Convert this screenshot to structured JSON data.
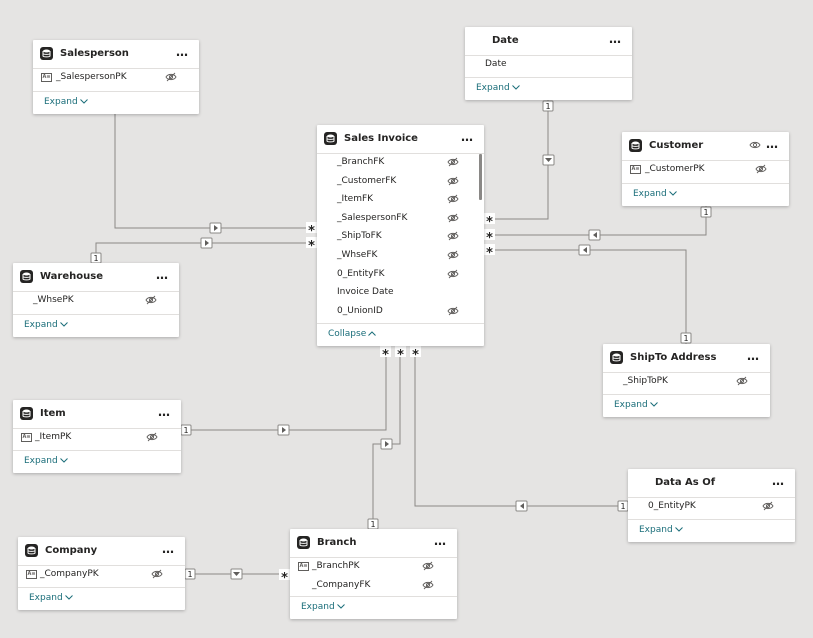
{
  "colors": {
    "canvas": "#e5e4e3",
    "card": "#ffffff",
    "line": "#8a8886",
    "link": "#1b6e7a"
  },
  "tables": {
    "salesperson": {
      "title": "Salesperson",
      "fields": [
        "_SalespersonPK"
      ],
      "footer": "Expand"
    },
    "date": {
      "title": "Date",
      "fields": [
        "Date"
      ],
      "footer": "Expand"
    },
    "sales_invoice": {
      "title": "Sales Invoice",
      "fields": [
        "_BranchFK",
        "_CustomerFK",
        "_ItemFK",
        "_SalespersonFK",
        "_ShipToFK",
        "_WhseFK",
        "0_EntityFK",
        "Invoice Date",
        "0_UnionID"
      ],
      "footer": "Collapse"
    },
    "customer": {
      "title": "Customer",
      "fields": [
        "_CustomerPK"
      ],
      "footer": "Expand"
    },
    "warehouse": {
      "title": "Warehouse",
      "fields": [
        "_WhsePK"
      ],
      "footer": "Expand"
    },
    "shipto": {
      "title": "ShipTo Address",
      "fields": [
        "_ShipToPK"
      ],
      "footer": "Expand"
    },
    "item": {
      "title": "Item",
      "fields": [
        "_ItemPK"
      ],
      "footer": "Expand"
    },
    "data_as_of": {
      "title": "Data As Of",
      "fields": [
        "0_EntityPK"
      ],
      "footer": "Expand"
    },
    "company": {
      "title": "Company",
      "fields": [
        "_CompanyPK"
      ],
      "footer": "Expand"
    },
    "branch": {
      "title": "Branch",
      "fields": [
        "_BranchPK",
        "_CompanyFK"
      ],
      "footer": "Expand"
    }
  },
  "cardinality": {
    "one": "1",
    "many": "*"
  },
  "icons": {
    "more": "more-icon",
    "hidden": "eye-hidden-icon",
    "visible": "eye-icon",
    "table": "table-icon"
  }
}
